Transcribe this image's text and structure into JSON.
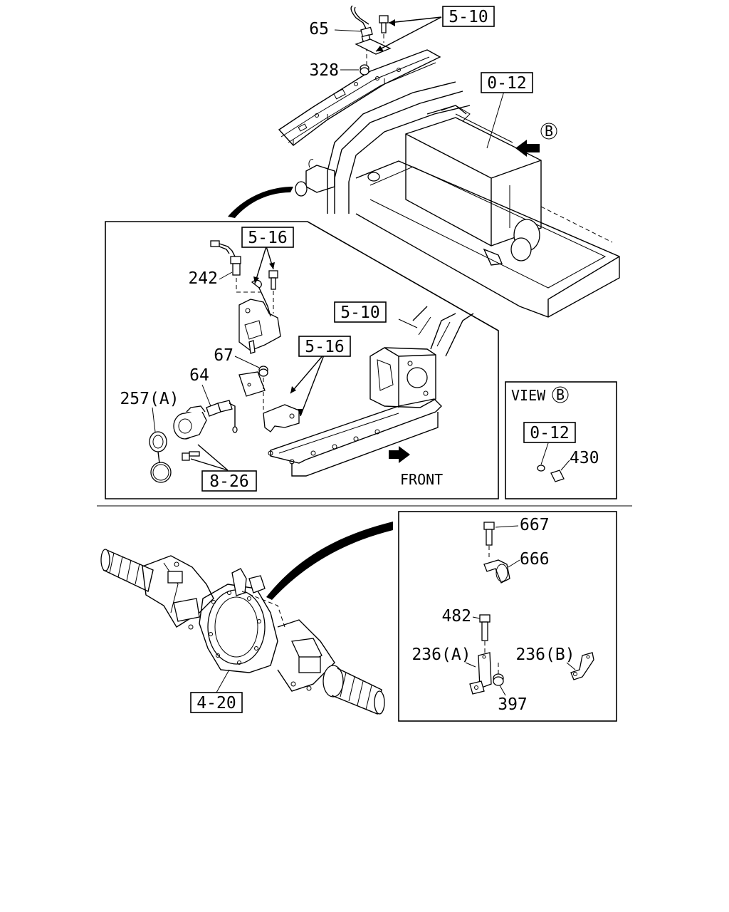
{
  "callouts": {
    "ref_5_10_top": "5-10",
    "ref_0_12_top": "0-12",
    "ref_5_16_a": "5-16",
    "ref_5_10_mid": "5-10",
    "ref_5_16_b": "5-16",
    "ref_8_26": "8-26",
    "ref_0_12_view": "0-12",
    "ref_4_20": "4-20"
  },
  "parts": {
    "p65": "65",
    "p328": "328",
    "p242": "242",
    "p67": "67",
    "p64": "64",
    "p257a": "257(A)",
    "p430": "430",
    "p667": "667",
    "p666": "666",
    "p482": "482",
    "p236a": "236(A)",
    "p236b": "236(B)",
    "p397": "397"
  },
  "view_marker": "B",
  "view_title": "VIEW",
  "front_label": "FRONT"
}
